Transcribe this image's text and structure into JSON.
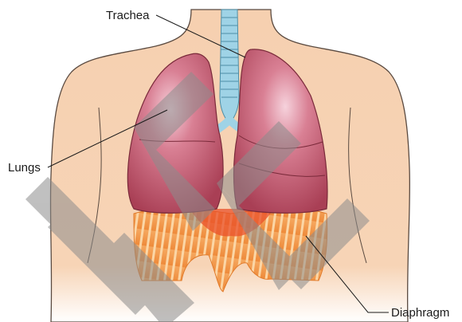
{
  "labels": {
    "trachea": "Trachea",
    "lungs": "Lungs",
    "diaphragm": "Diaphragm"
  },
  "colors": {
    "skin": "#f6d0b0",
    "skin_outline": "#5a4a40",
    "lung": "#c25a6e",
    "lung_highlight": "#f3c2cf",
    "trachea": "#9fd3e6",
    "diaphragm": "#f29a4a",
    "diaphragm_stripe": "#fbd8a8",
    "watermark": "#8c8c8c"
  }
}
